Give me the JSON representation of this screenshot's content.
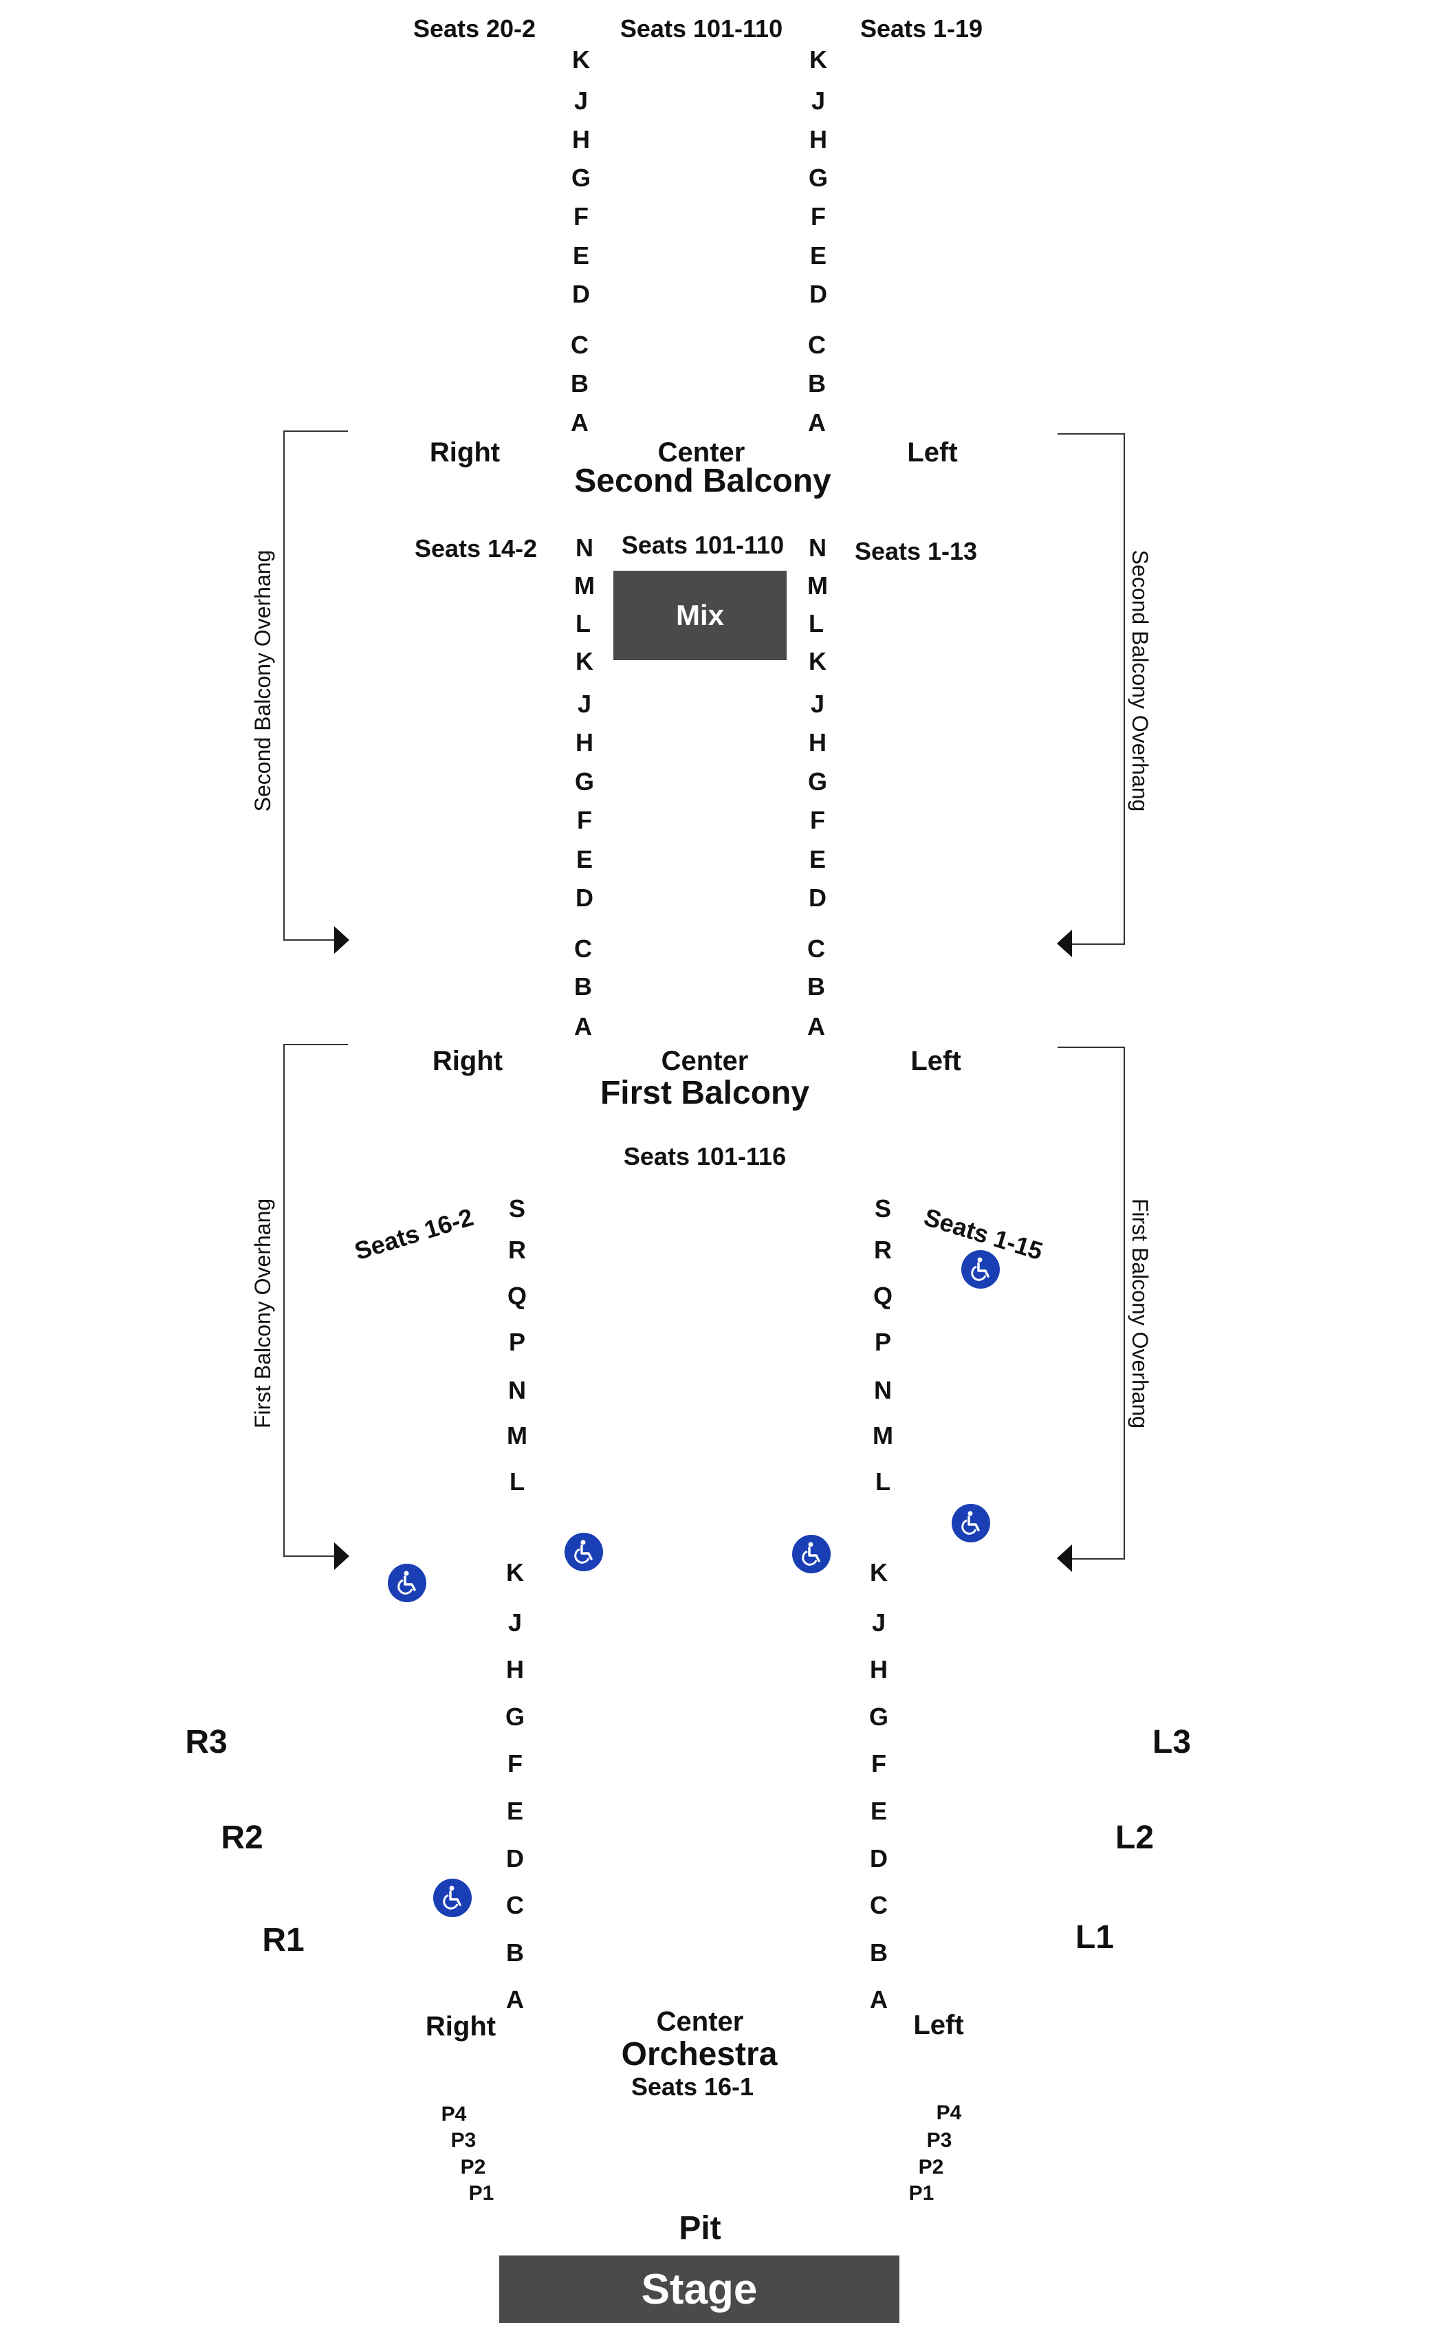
{
  "colors": {
    "stage": "#4a4a4a",
    "mix": "#4a4a4a",
    "accessible": "#1a3fb5"
  },
  "second_balcony": {
    "upper": {
      "right_seats": "Seats 20-2",
      "center_seats": "Seats 101-110",
      "left_seats": "Seats 1-19",
      "rows": [
        "K",
        "J",
        "H",
        "G",
        "F",
        "E",
        "D",
        "C",
        "B",
        "A"
      ]
    },
    "right_label": "Right",
    "center_label": "Center",
    "left_label": "Left",
    "title": "Second Balcony",
    "lower": {
      "right_seats": "Seats 14-2",
      "center_seats": "Seats 101-110",
      "left_seats": "Seats 1-13",
      "mix": "Mix",
      "rows": [
        "N",
        "M",
        "L",
        "K",
        "J",
        "H",
        "G",
        "F",
        "E",
        "D",
        "C",
        "B",
        "A"
      ]
    },
    "overhang_label": "Second Balcony Overhang"
  },
  "first_balcony": {
    "right_label": "Right",
    "center_label": "Center",
    "left_label": "Left",
    "title": "First Balcony",
    "center_seats": "Seats 101-116",
    "right_seats": "Seats 16-2",
    "left_seats": "Seats 1-15",
    "rows": [
      "S",
      "R",
      "Q",
      "P",
      "N",
      "M",
      "L"
    ],
    "overhang_label": "First Balcony Overhang"
  },
  "orchestra": {
    "rows": [
      "K",
      "J",
      "H",
      "G",
      "F",
      "E",
      "D",
      "C",
      "B",
      "A"
    ],
    "right_boxes": [
      "R3",
      "R2",
      "R1"
    ],
    "left_boxes": [
      "L3",
      "L2",
      "L1"
    ],
    "right_label": "Right",
    "center_label": "Center",
    "left_label": "Left",
    "title": "Orchestra",
    "center_seats": "Seats 16-1",
    "pit_rows": [
      "P4",
      "P3",
      "P2",
      "P1"
    ]
  },
  "pit": "Pit",
  "stage": "Stage",
  "accessible_icon": "wheelchair-icon"
}
